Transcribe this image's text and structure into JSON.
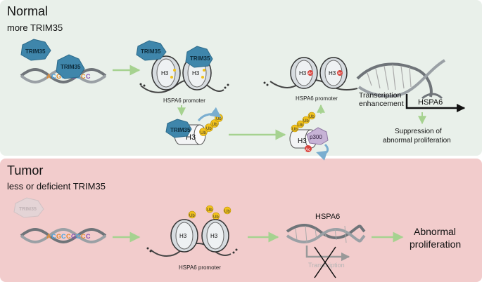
{
  "panels": {
    "normal": {
      "title": "Normal",
      "subtitle": "more TRIM35"
    },
    "tumor": {
      "title": "Tumor",
      "subtitle": "less or deficient TRIM35"
    }
  },
  "labels": {
    "trim35": "TRIM35",
    "h3": "H3",
    "ub": "Ub",
    "ac": "Ac",
    "p300": "p300",
    "hspa6_promoter": "HSPA6 promoter",
    "transcription_enhancement_line1": "Transcription",
    "transcription_enhancement_line2": "enhancement",
    "hspa6": "HSPA6",
    "suppression_line1": "Suppression of",
    "suppression_line2": "abnormal proliferation",
    "transcription": "Transcription",
    "abnormal_line1": "Abnormal",
    "abnormal_line2": "proliferation"
  },
  "colors": {
    "normal_bg": "#e9f0ea",
    "tumor_bg": "#f2cccc",
    "trim35_blue": "#3f86ab",
    "ub_yellow": "#f2c21b",
    "ac_red": "#d9403a",
    "p300_purple": "#c7b3d6",
    "arrow_green": "#a6d290",
    "dna_gray": "#6f7479"
  }
}
